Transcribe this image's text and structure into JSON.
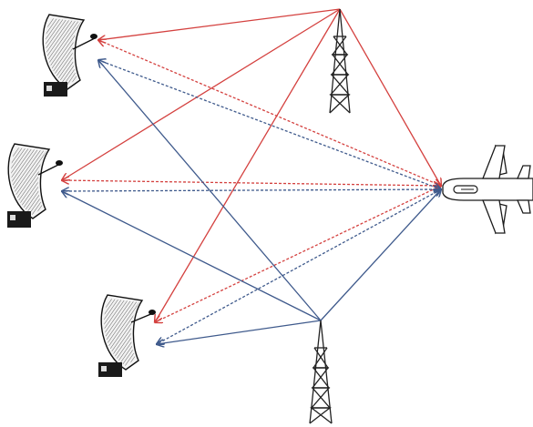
{
  "title": "",
  "colors": {
    "red_link": "#d4413f",
    "blue_link": "#3f5a8c",
    "ink": "#111111",
    "background": "#ffffff"
  },
  "nodes": [
    {
      "id": "ground-station-1",
      "kind": "satellite-dish"
    },
    {
      "id": "ground-station-2",
      "kind": "satellite-dish"
    },
    {
      "id": "ground-station-3",
      "kind": "satellite-dish"
    },
    {
      "id": "tower-top",
      "kind": "radio-tower"
    },
    {
      "id": "tower-bottom",
      "kind": "radio-tower"
    },
    {
      "id": "aircraft",
      "kind": "airplane"
    }
  ],
  "links": [
    {
      "from": "tower-top",
      "to": "ground-station-1",
      "color": "red",
      "style": "solid"
    },
    {
      "from": "tower-top",
      "to": "ground-station-2",
      "color": "red",
      "style": "solid"
    },
    {
      "from": "tower-top",
      "to": "ground-station-3",
      "color": "red",
      "style": "solid"
    },
    {
      "from": "tower-top",
      "to": "aircraft",
      "color": "red",
      "style": "solid"
    },
    {
      "from": "aircraft",
      "to": "ground-station-1",
      "color": "red",
      "style": "dashed"
    },
    {
      "from": "aircraft",
      "to": "ground-station-2",
      "color": "red",
      "style": "dashed"
    },
    {
      "from": "aircraft",
      "to": "ground-station-3",
      "color": "red",
      "style": "dashed"
    },
    {
      "from": "aircraft",
      "to": "ground-station-1",
      "color": "blue",
      "style": "dashed"
    },
    {
      "from": "aircraft",
      "to": "ground-station-2",
      "color": "blue",
      "style": "dashed"
    },
    {
      "from": "aircraft",
      "to": "ground-station-3",
      "color": "blue",
      "style": "dashed"
    },
    {
      "from": "tower-bottom",
      "to": "ground-station-1",
      "color": "blue",
      "style": "solid"
    },
    {
      "from": "tower-bottom",
      "to": "ground-station-2",
      "color": "blue",
      "style": "solid"
    },
    {
      "from": "tower-bottom",
      "to": "ground-station-3",
      "color": "blue",
      "style": "solid"
    },
    {
      "from": "tower-bottom",
      "to": "aircraft",
      "color": "blue",
      "style": "solid"
    }
  ]
}
